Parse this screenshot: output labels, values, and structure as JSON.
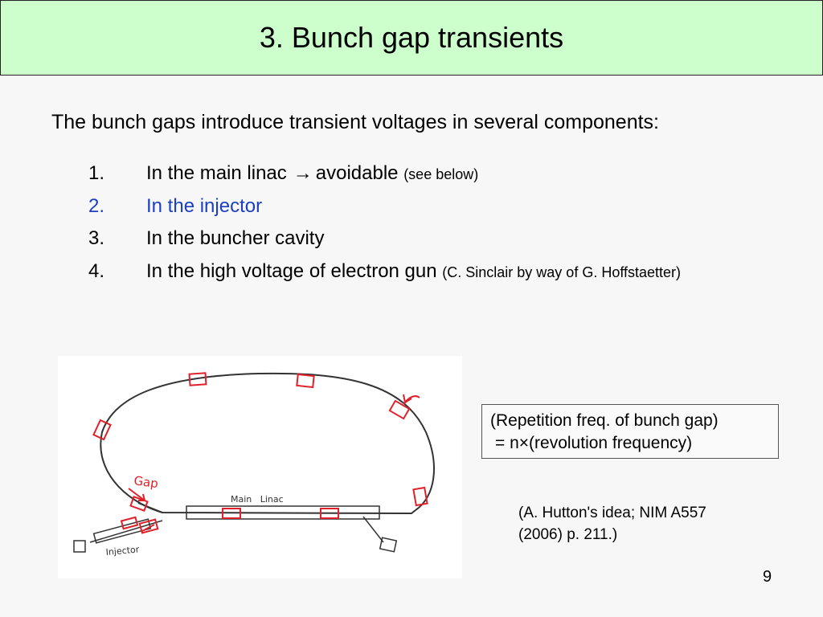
{
  "slide": {
    "title": "3. Bunch gap transients",
    "intro": "The bunch gaps introduce transient voltages in several components:",
    "items": [
      {
        "num": "1.",
        "text": "In the main linac",
        "arrow": "→",
        "extra": "avoidable",
        "note": "(see below)"
      },
      {
        "num": "2.",
        "text": "In the injector"
      },
      {
        "num": "3.",
        "text": "In the buncher cavity"
      },
      {
        "num": "4.",
        "text": "In the high voltage of electron gun",
        "note": "(C. Sinclair by way of G. Hoffstaetter)"
      }
    ],
    "figure": {
      "gap_label": "Gap",
      "linac_label": "Main   Linac",
      "injector_label": "Injector"
    },
    "note_box": {
      "line1": "(Repetition freq. of bunch gap)",
      "line2": "= n×(revolution frequency)"
    },
    "reference": {
      "line1": "(A. Hutton's idea; NIM A557",
      "line2": "(2006) p. 211.)"
    },
    "page_number": "9"
  },
  "colors": {
    "title_bg": "#ccffcc",
    "highlight": "#1a3fbf",
    "sketch_red": "#e0202a"
  }
}
